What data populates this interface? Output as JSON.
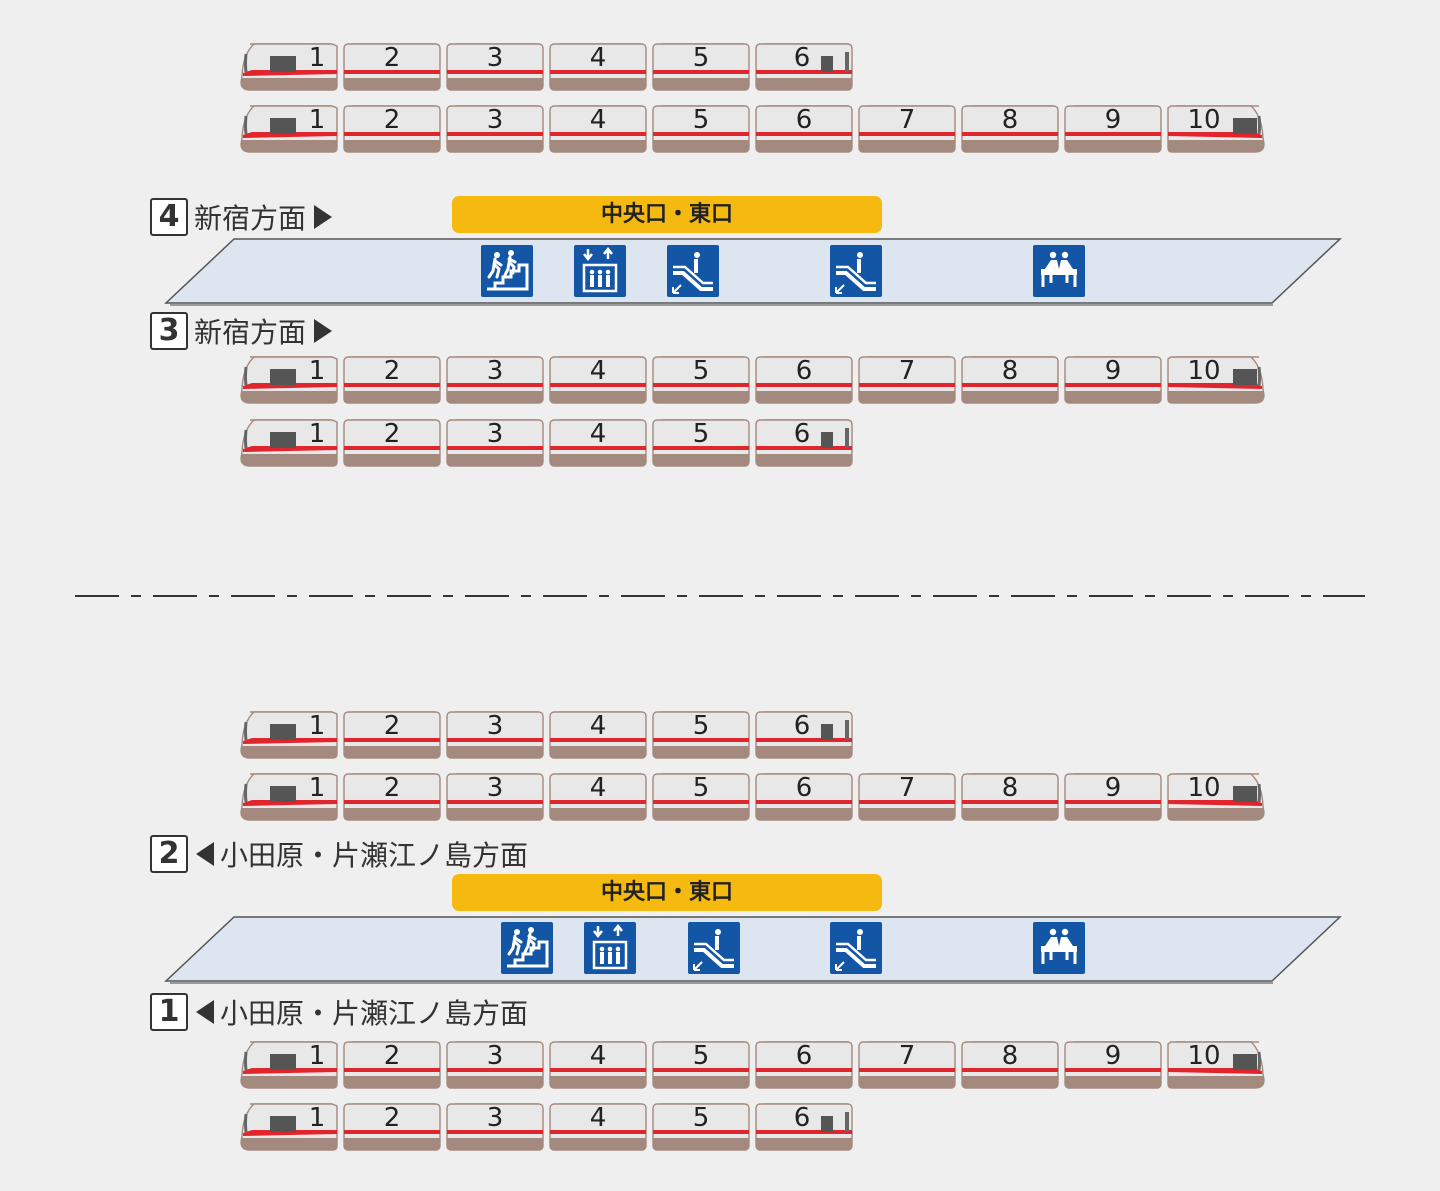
{
  "colors": {
    "background": "#efefef",
    "car_body": "#e8e8e8",
    "car_skirt": "#a48a7e",
    "stripe": "#e0262c",
    "platform": "#dde6f0",
    "exit_bar": "#f6b90f",
    "icon_bg": "#1456a6"
  },
  "upper": {
    "platform_top": {
      "number": "4",
      "direction": "新宿方面",
      "arrow": "right",
      "trains": [
        {
          "cars": [
            "1",
            "2",
            "3",
            "4",
            "5",
            "6"
          ]
        },
        {
          "cars": [
            "1",
            "2",
            "3",
            "4",
            "5",
            "6",
            "7",
            "8",
            "9",
            "10"
          ]
        }
      ]
    },
    "exit": "中央口・東口",
    "facilities": [
      "stairs-icon",
      "elevator-icon",
      "escalator-up-icon",
      "escalator-down-icon",
      "waiting-seat-icon"
    ],
    "platform_bottom": {
      "number": "3",
      "direction": "新宿方面",
      "arrow": "right",
      "trains": [
        {
          "cars": [
            "1",
            "2",
            "3",
            "4",
            "5",
            "6",
            "7",
            "8",
            "9",
            "10"
          ]
        },
        {
          "cars": [
            "1",
            "2",
            "3",
            "4",
            "5",
            "6"
          ]
        }
      ]
    }
  },
  "lower": {
    "platform_top": {
      "number": "2",
      "direction": "小田原・片瀬江ノ島方面",
      "arrow": "left",
      "trains": [
        {
          "cars": [
            "1",
            "2",
            "3",
            "4",
            "5",
            "6"
          ]
        },
        {
          "cars": [
            "1",
            "2",
            "3",
            "4",
            "5",
            "6",
            "7",
            "8",
            "9",
            "10"
          ]
        }
      ]
    },
    "exit": "中央口・東口",
    "facilities": [
      "stairs-icon",
      "elevator-icon",
      "escalator-up-icon",
      "escalator-down-icon",
      "waiting-seat-icon"
    ],
    "platform_bottom": {
      "number": "1",
      "direction": "小田原・片瀬江ノ島方面",
      "arrow": "left",
      "trains": [
        {
          "cars": [
            "1",
            "2",
            "3",
            "4",
            "5",
            "6",
            "7",
            "8",
            "9",
            "10"
          ]
        },
        {
          "cars": [
            "1",
            "2",
            "3",
            "4",
            "5",
            "6"
          ]
        }
      ]
    }
  }
}
